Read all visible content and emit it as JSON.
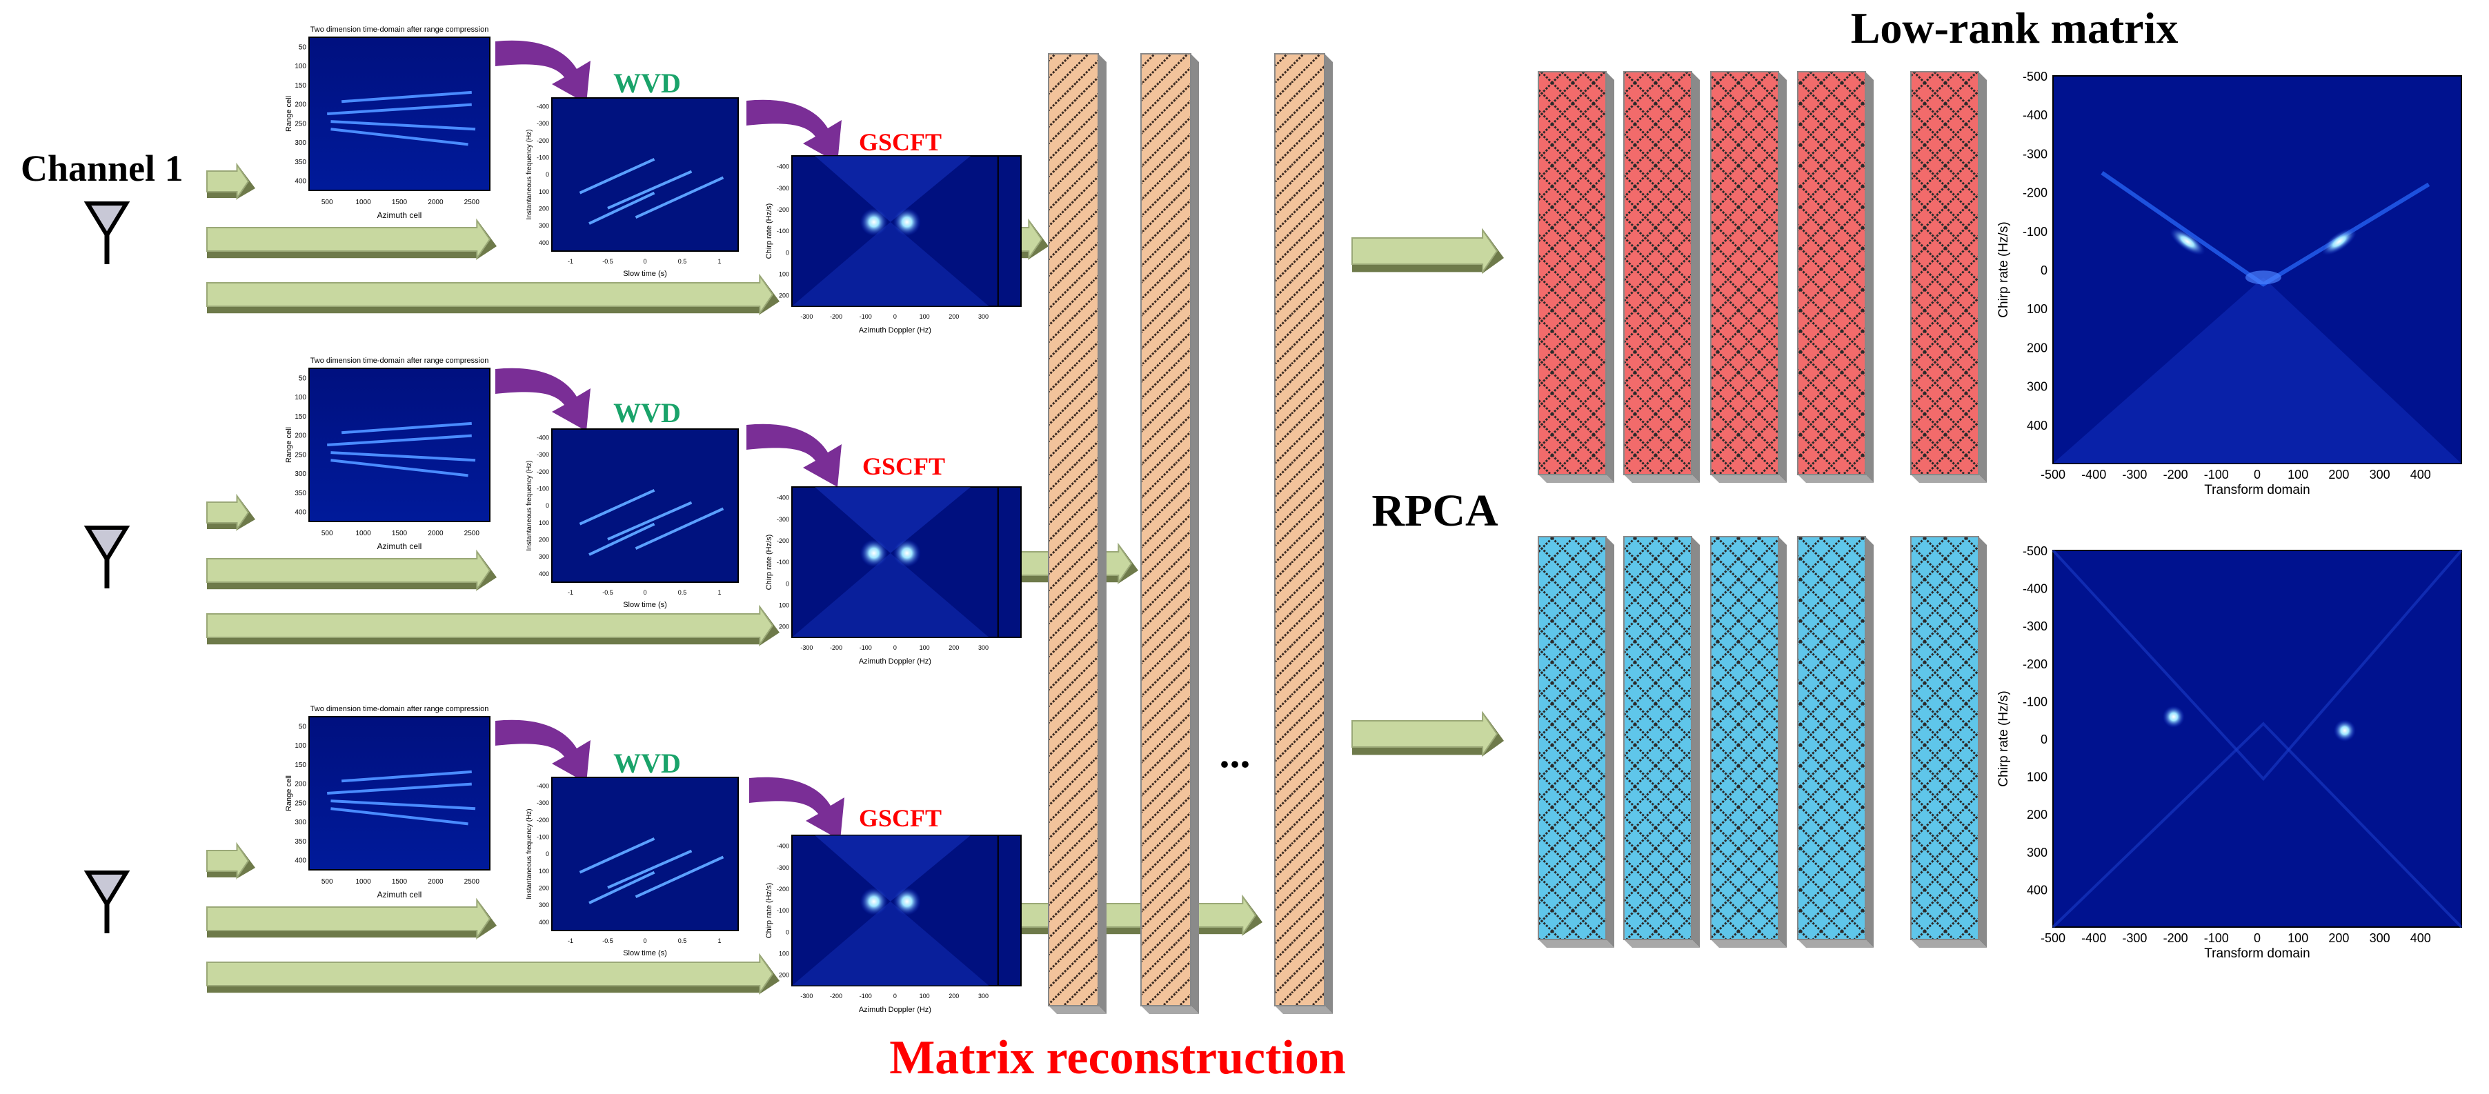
{
  "labels": {
    "channel1": "Channel 1",
    "wvd": "WVD",
    "gscft": "GSCFT",
    "matrix_reconstruction": "Matrix reconstruction",
    "rpca": "RPCA",
    "low_rank_matrix": "Low-rank matrix",
    "ellipsis": "..."
  },
  "colors": {
    "arrow_green_light": "#c8d8a0",
    "arrow_green_dark": "#6e7a4a",
    "curved_arrow_purple": "#7a2e96",
    "gscft_red": "#ff0000",
    "wvd_green": "#1aa36a",
    "column_peach": "#f2c39b",
    "low_rank_red": "#f26b6b",
    "sparse_cyan": "#5fc6ea",
    "plot_navy": "#00007f",
    "plot_bright": "#8fd8ff"
  },
  "icons": [
    "antenna-icon"
  ],
  "channels": [
    {
      "has_label": true,
      "range_plot": {
        "title": "Two dimension time-domain after range compression",
        "xlabel": "Azimuth cell",
        "ylabel": "Range cell",
        "xticks": [
          "500",
          "1000",
          "1500",
          "2000",
          "2500"
        ],
        "yticks": [
          "50",
          "100",
          "150",
          "200",
          "250",
          "300",
          "350",
          "400"
        ]
      },
      "wvd_plot": {
        "xlabel": "Slow time (s)",
        "ylabel": "Instantaneous frequency (Hz)",
        "xticks": [
          "-1",
          "-0.5",
          "0",
          "0.5",
          "1"
        ],
        "yticks": [
          "-400",
          "-300",
          "-200",
          "-100",
          "0",
          "100",
          "200",
          "300",
          "400"
        ]
      },
      "gscft_plot": {
        "xlabel": "Azimuth Doppler (Hz)",
        "ylabel": "Chirp rate (Hz/s)",
        "xticks": [
          "-300",
          "-200",
          "-100",
          "0",
          "100",
          "200",
          "300"
        ],
        "yticks": [
          "-400",
          "-300",
          "-200",
          "-100",
          "0",
          "100",
          "200"
        ]
      }
    },
    {
      "has_label": false,
      "range_plot": {
        "title": "Two dimension time-domain after range compression",
        "xlabel": "Azimuth cell",
        "ylabel": "Range cell",
        "xticks": [
          "500",
          "1000",
          "1500",
          "2000",
          "2500"
        ],
        "yticks": [
          "50",
          "100",
          "150",
          "200",
          "250",
          "300",
          "350",
          "400"
        ]
      },
      "wvd_plot": {
        "xlabel": "Slow time (s)",
        "ylabel": "Instantaneous frequency (Hz)",
        "xticks": [
          "-1",
          "-0.5",
          "0",
          "0.5",
          "1"
        ],
        "yticks": [
          "-400",
          "-300",
          "-200",
          "-100",
          "0",
          "100",
          "200",
          "300",
          "400"
        ]
      },
      "gscft_plot": {
        "xlabel": "Azimuth Doppler (Hz)",
        "ylabel": "Chirp rate (Hz/s)",
        "xticks": [
          "-300",
          "-200",
          "-100",
          "0",
          "100",
          "200",
          "300"
        ],
        "yticks": [
          "-400",
          "-300",
          "-200",
          "-100",
          "0",
          "100",
          "200"
        ]
      }
    },
    {
      "has_label": false,
      "range_plot": {
        "title": "Two dimension time-domain after range compression",
        "xlabel": "Azimuth cell",
        "ylabel": "Range cell",
        "xticks": [
          "500",
          "1000",
          "1500",
          "2000",
          "2500"
        ],
        "yticks": [
          "50",
          "100",
          "150",
          "200",
          "250",
          "300",
          "350",
          "400"
        ]
      },
      "wvd_plot": {
        "xlabel": "Slow time (s)",
        "ylabel": "Instantaneous frequency (Hz)",
        "xticks": [
          "-1",
          "-0.5",
          "0",
          "0.5",
          "1"
        ],
        "yticks": [
          "-400",
          "-300",
          "-200",
          "-100",
          "0",
          "100",
          "200",
          "300",
          "400"
        ]
      },
      "gscft_plot": {
        "xlabel": "Azimuth Doppler (Hz)",
        "ylabel": "Chirp rate (Hz/s)",
        "xticks": [
          "-300",
          "-200",
          "-100",
          "0",
          "100",
          "200",
          "300"
        ],
        "yticks": [
          "-400",
          "-300",
          "-200",
          "-100",
          "0",
          "100",
          "200"
        ]
      }
    }
  ],
  "output_plots": [
    {
      "xlabel": "Transform domain",
      "ylabel": "Chirp rate (Hz/s)",
      "xticks": [
        "-500",
        "-400",
        "-300",
        "-200",
        "-100",
        "0",
        "100",
        "200",
        "300",
        "400"
      ],
      "yticks": [
        "-500",
        "-400",
        "-300",
        "-200",
        "-100",
        "0",
        "100",
        "200",
        "300",
        "400"
      ]
    },
    {
      "xlabel": "Transform domain",
      "ylabel": "Chirp rate (Hz/s)",
      "xticks": [
        "-500",
        "-400",
        "-300",
        "-200",
        "-100",
        "0",
        "100",
        "200",
        "300",
        "400"
      ],
      "yticks": [
        "-500",
        "-400",
        "-300",
        "-200",
        "-100",
        "0",
        "100",
        "200",
        "300",
        "400"
      ]
    }
  ]
}
